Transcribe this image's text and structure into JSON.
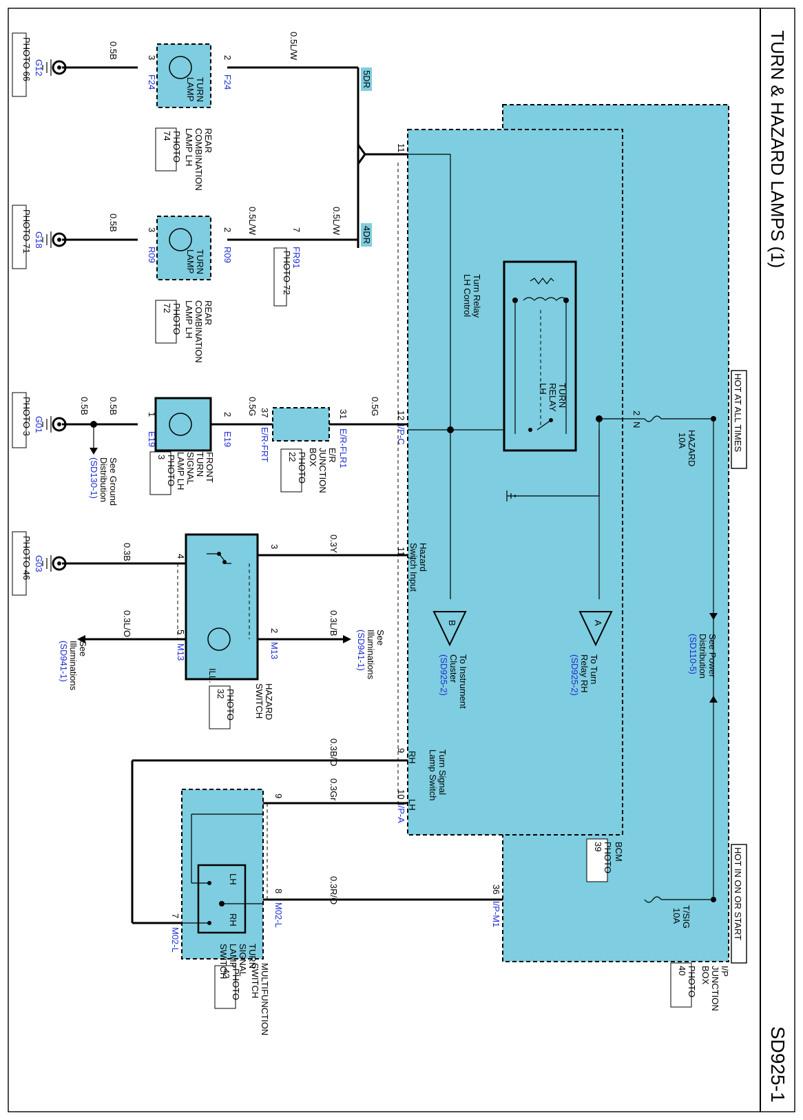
{
  "title": "TURN & HAZARD LAMPS (1)",
  "page_code": "SD925-1",
  "headers": {
    "hot_at_all_times": "HOT AT ALL TIMES",
    "hot_in_on_or_start": "HOT IN ON OR START"
  },
  "fuses": {
    "hazard": [
      "HAZARD",
      "10A"
    ],
    "tsig": [
      "T/SIG",
      "10A"
    ]
  },
  "ij_box": {
    "lines": [
      "I/P",
      "JUNCTION",
      "BOX"
    ],
    "photo": [
      "PHOTO",
      "40"
    ]
  },
  "bcm": {
    "name": "BCM",
    "photo": [
      "PHOTO",
      "39"
    ]
  },
  "relay": {
    "lines": [
      "TURN",
      "RELAY",
      "LH"
    ],
    "pin_n": "N",
    "pin_2": "2"
  },
  "relay_ctrl": [
    "Turn Relay",
    "LH Control"
  ],
  "power_dist": {
    "lines": [
      "See Power",
      "Distribution"
    ],
    "ref": "(SD110-5)"
  },
  "to_turn_relay_rh": {
    "letter": "A",
    "lines": [
      "To Turn",
      "Relay RH"
    ],
    "ref": "(SD925-2)"
  },
  "to_cluster": {
    "letter": "B",
    "lines": [
      "To Instrument",
      "Cluster"
    ],
    "ref": "(SD925-2)"
  },
  "hazard_input": [
    "Hazard",
    "Switch Input"
  ],
  "turn_sig_sw_label": [
    "Turn Signal",
    "Lamp Switch"
  ],
  "rh_lbl": "RH",
  "lh_lbl": "LH",
  "splices": {
    "s5": "5DR",
    "s4": "4DR"
  },
  "rear_lh_top": {
    "lamp": [
      "TURN",
      "LAMP"
    ],
    "name": [
      "REAR",
      "COMBINATION",
      "LAMP LH"
    ],
    "photo": [
      "PHOTO",
      "74"
    ],
    "conn": "F24",
    "pin_in": "2",
    "pin_out": "3"
  },
  "rear_lh_2": {
    "lamp": [
      "TURN",
      "LAMP"
    ],
    "name": [
      "REAR",
      "COMBINATION",
      "LAMP LH"
    ],
    "photo": [
      "PHOTO",
      "72"
    ],
    "conn": "R09",
    "pin_in": "2",
    "pin_out": "3"
  },
  "front_lh": {
    "lamp": [
      "FRONT",
      "TURN",
      "SIGNAL",
      "LAMP LH"
    ],
    "photo": [
      "PHOTO",
      "3"
    ],
    "conn": "E19",
    "pin_in": "2",
    "pin_out": "1"
  },
  "er_box": {
    "lines": [
      "E/R",
      "JUNCTION",
      "BOX"
    ],
    "photo": [
      "PHOTO",
      "22"
    ],
    "conn_in": "E/R-FLR1",
    "conn_out": "E/R-FRT",
    "pin_in": "31",
    "pin_out": "37"
  },
  "fr91": {
    "conn": "FR91",
    "pin": "7",
    "photo": "PHOTO 72"
  },
  "hazard_sw": {
    "name": [
      "HAZARD",
      "SWITCH"
    ],
    "photo": [
      "PHOTO",
      "32"
    ],
    "conn": "M13",
    "ill": "ILL.",
    "pins": [
      "3",
      "4",
      "2",
      "5"
    ]
  },
  "multi_sw": {
    "name": [
      "MULTIFUNCTION",
      "SWITCH"
    ],
    "photo": [
      "PHOTO",
      "42"
    ],
    "inner": [
      "TURN",
      "SIGNAL",
      "LAMP",
      "SWITCH"
    ],
    "conn": "M02-L",
    "pins": [
      "9",
      "8",
      "7"
    ]
  },
  "grounds": [
    {
      "id": "G12",
      "photo": "PHOTO 66"
    },
    {
      "id": "G18",
      "photo": "PHOTO 71"
    },
    {
      "id": "G01",
      "photo": "PHOTO 3"
    },
    {
      "id": "G03",
      "photo": "PHOTO 46"
    }
  ],
  "ground_dist": {
    "lines": [
      "See Ground",
      "Distribution"
    ],
    "ref": "(SD130-1)"
  },
  "illum_a": {
    "lines": [
      "See",
      "Illuminations"
    ],
    "ref": "(SD941-1)"
  },
  "illum_b": {
    "lines": [
      "See",
      "Illuminations"
    ],
    "ref": "(SD941-1)"
  },
  "wires": {
    "b": "0.5B",
    "lw": "0.5L/W",
    "g": "0.5G",
    "y": "0.3Y",
    "b3": "0.3B",
    "lb": "0.3L/B",
    "lo": "0.3L/O",
    "bo": "0.3B/O",
    "gr": "0.3Gr",
    "ro": "0.3R/O"
  },
  "bcm_pins": {
    "p11": "11",
    "p12": "12",
    "p11b": "11",
    "p9": "9",
    "p10": "10",
    "p36": "36"
  },
  "connectors": {
    "ipc": "I/P-C",
    "ipa": "I/P-A",
    "ipm1": "I/P-M1"
  }
}
